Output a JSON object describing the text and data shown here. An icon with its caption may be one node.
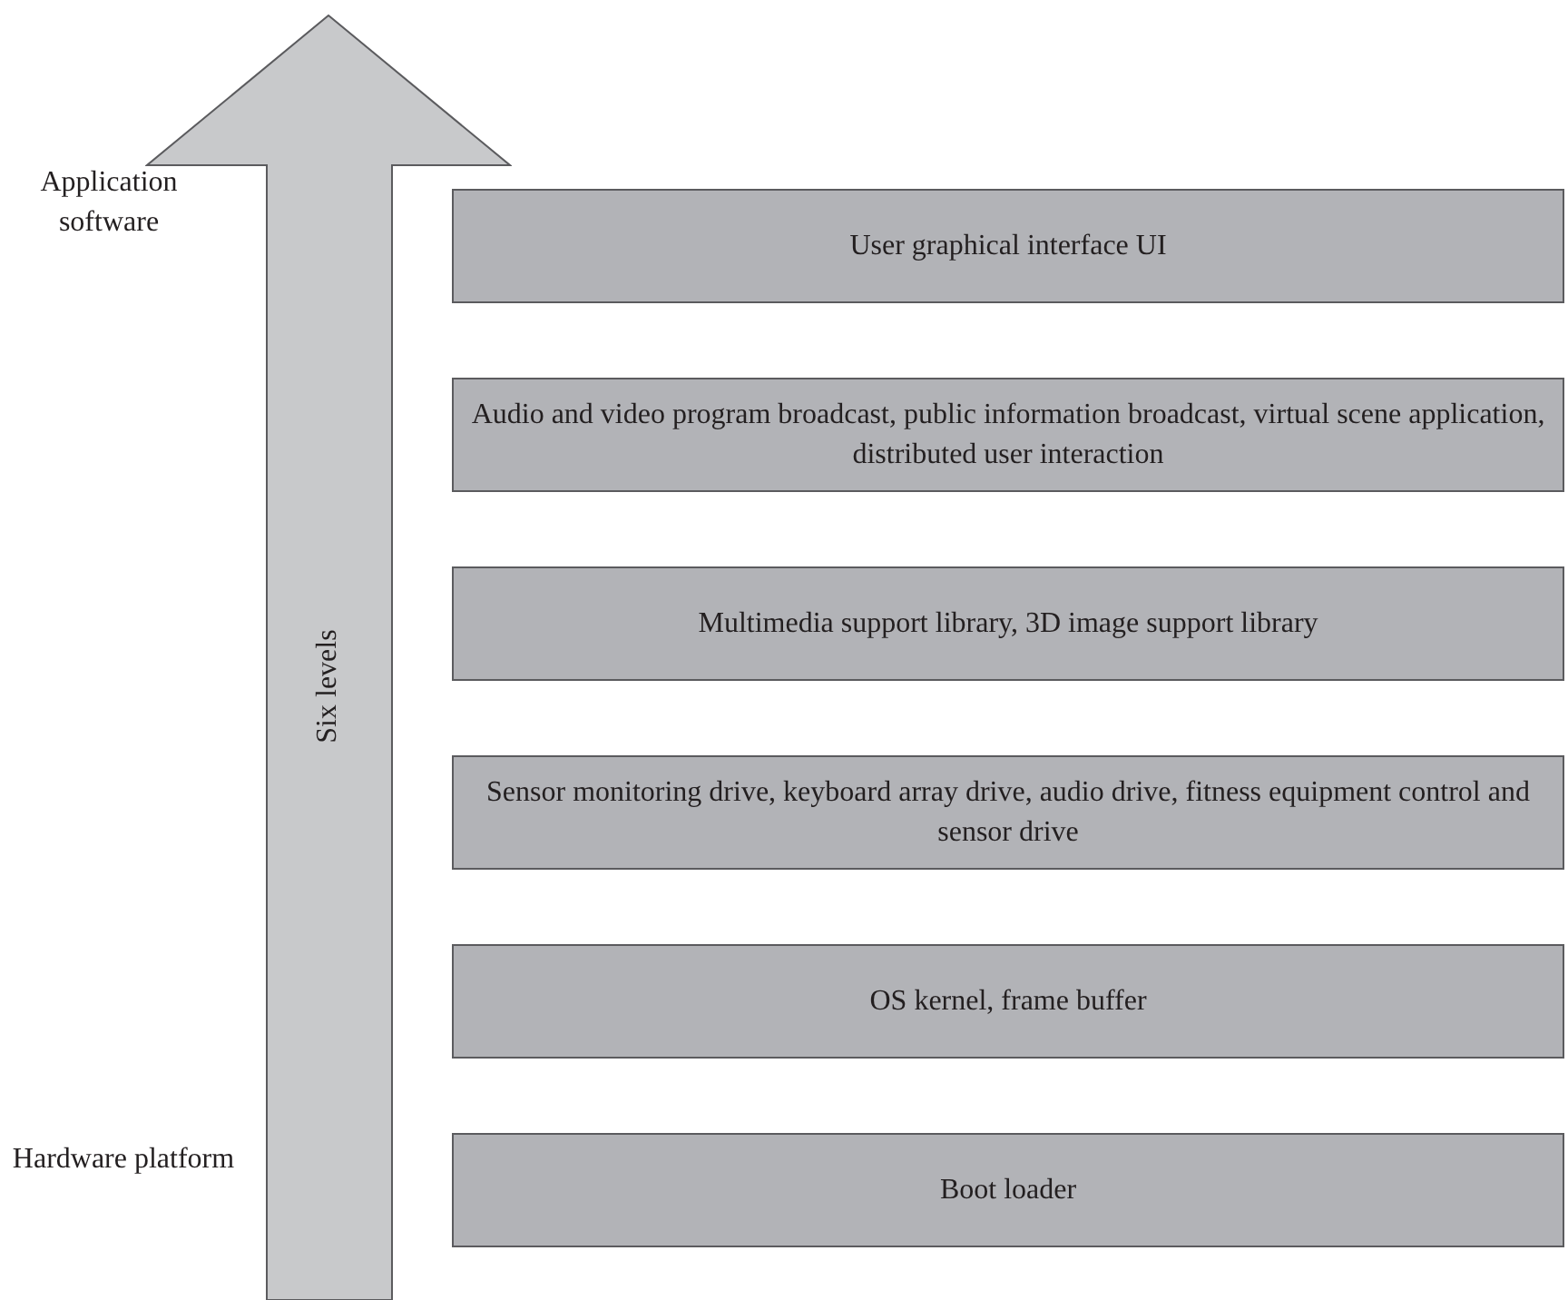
{
  "diagram": {
    "nodes": [
      {
        "text": [
          "Six levels"
        ]
      },
      {
        "text": [
          "User graphical interface UI"
        ]
      },
      {
        "text": [
          "Audio and video program broadcast, public information broadcast, virtual scene application, distributed user interaction"
        ]
      },
      {
        "text": [
          "Multimedia support library, 3D image support library"
        ]
      },
      {
        "text": [
          "Sensor monitoring drive, keyboard array drive, audio drive, fitness equipment control and sensor drive"
        ]
      },
      {
        "text": [
          "OS kernel, frame buffer"
        ]
      },
      {
        "text": [
          "Boot loader"
        ]
      }
    ],
    "edges": [],
    "labels": [
      "Application software",
      "Hardware platform"
    ]
  }
}
